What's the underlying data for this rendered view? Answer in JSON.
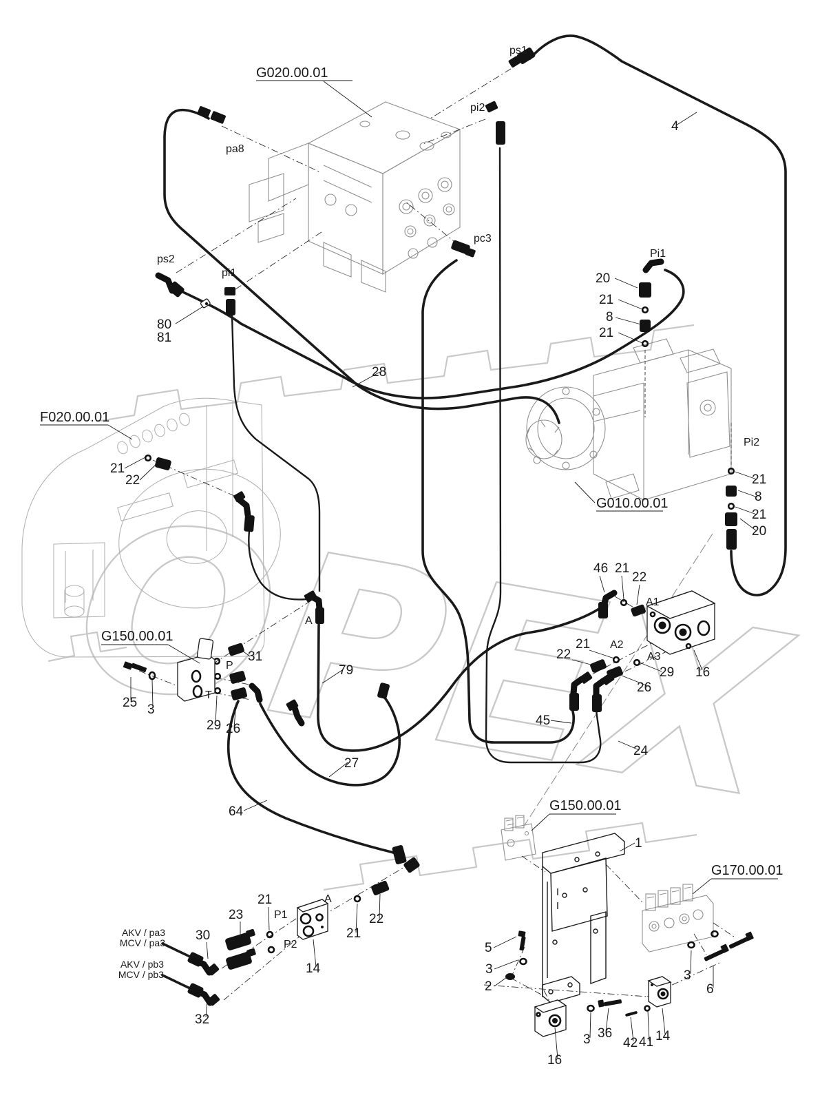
{
  "codes": {
    "mcv": "G020.00.01",
    "tank": "F020.00.01",
    "pump": "G010.00.01",
    "g150_left": "G150.00.01",
    "g150_bottom": "G150.00.01",
    "g170": "G170.00.01"
  },
  "ports": {
    "ps1": "ps1",
    "pi2": "pi2",
    "pa8": "pa8",
    "pc3": "pc3",
    "ps2": "ps2",
    "pi1": "pi1",
    "Pi1": "Pi1",
    "Pi2": "Pi2",
    "A1": "A1",
    "A2": "A2",
    "A3": "A3",
    "a_g150": "A",
    "p_g150": "P",
    "t_g150": "T",
    "a_block14": "A",
    "p1": "P1",
    "p2": "P2"
  },
  "hose_labels": {
    "h4": "4",
    "h28": "28",
    "h45": "45",
    "h24": "24",
    "h27": "27",
    "h64": "64",
    "h79": "79"
  },
  "item_numbers": {
    "n1": "1",
    "n2": "2",
    "n3": "3",
    "n5": "5",
    "n6": "6",
    "n8": "8",
    "n14": "14",
    "n16": "16",
    "n20": "20",
    "n21": "21",
    "n22": "22",
    "n23": "23",
    "n25": "25",
    "n26": "26",
    "n29": "29",
    "n30": "30",
    "n31": "31",
    "n32": "32",
    "n36": "36",
    "n41": "41",
    "n42": "42",
    "n46": "46",
    "n80": "80",
    "n81": "81"
  },
  "connection_labels": {
    "akv_pa3": "AKV / pa3",
    "mcv_pa3": "MCV / pa3",
    "akv_pb3": "AKV / pb3",
    "mcv_pb3": "MCV / pb3"
  },
  "watermark": "OPEX"
}
